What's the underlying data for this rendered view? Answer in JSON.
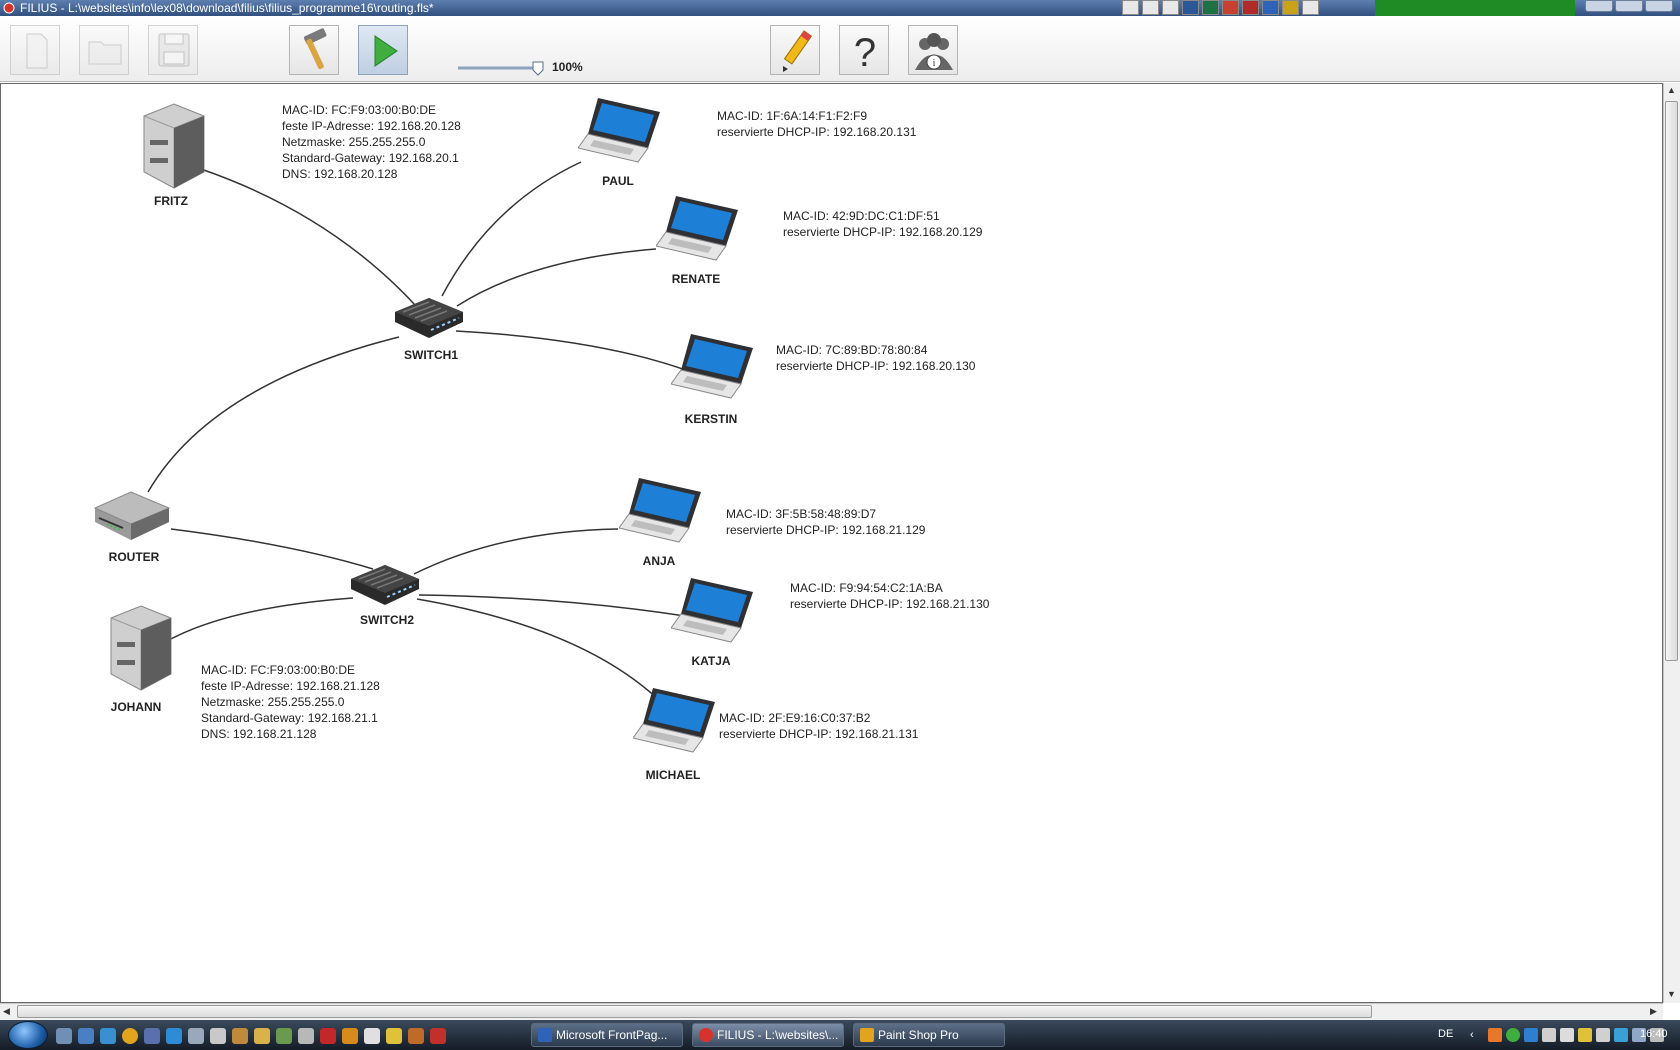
{
  "window": {
    "title": "FILIUS - L:\\websites\\info\\lex08\\download\\filius\\filius_programme16\\routing.fls*"
  },
  "toolbar": {
    "zoom": "100%",
    "zoom_level": 1.0
  },
  "devices": {
    "fritz": "FRITZ",
    "paul": "PAUL",
    "renate": "RENATE",
    "switch1": "SWITCH1",
    "kerstin": "KERSTIN",
    "router": "ROUTER",
    "anja": "ANJA",
    "switch2": "SWITCH2",
    "katja": "KATJA",
    "johann": "JOHANN",
    "michael": "MICHAEL"
  },
  "info": {
    "fritz": [
      "MAC-ID: FC:F9:03:00:B0:DE",
      "feste IP-Adresse: 192.168.20.128",
      "Netzmaske: 255.255.255.0",
      "Standard-Gateway: 192.168.20.1",
      "DNS: 192.168.20.128"
    ],
    "paul": [
      "MAC-ID: 1F:6A:14:F1:F2:F9",
      "reservierte DHCP-IP: 192.168.20.131"
    ],
    "renate": [
      "MAC-ID: 42:9D:DC:C1:DF:51",
      "reservierte DHCP-IP: 192.168.20.129"
    ],
    "kerstin": [
      "MAC-ID: 7C:89:BD:78:80:84",
      "reservierte DHCP-IP: 192.168.20.130"
    ],
    "anja": [
      "MAC-ID: 3F:5B:58:48:89:D7",
      "reservierte DHCP-IP: 192.168.21.129"
    ],
    "katja": [
      "MAC-ID: F9:94:54:C2:1A:BA",
      "reservierte DHCP-IP: 192.168.21.130"
    ],
    "johann": [
      "MAC-ID: FC:F9:03:00:B0:DE",
      "feste IP-Adresse: 192.168.21.128",
      "Netzmaske: 255.255.255.0",
      "Standard-Gateway: 192.168.21.1",
      "DNS: 192.168.21.128"
    ],
    "michael": [
      "MAC-ID: 2F:E9:16:C0:37:B2",
      "reservierte DHCP-IP: 192.168.21.131"
    ]
  },
  "taskbar": {
    "tasks": [
      "Microsoft FrontPag...",
      "FILIUS - L:\\websites\\...",
      "Paint Shop Pro"
    ],
    "language": "DE",
    "clock": "16:40"
  },
  "colors": {
    "title_bar": "#3d5f8f",
    "cable": "#333333",
    "screen_blue": "#1e7fd6",
    "play_green": "#3fae3f"
  }
}
